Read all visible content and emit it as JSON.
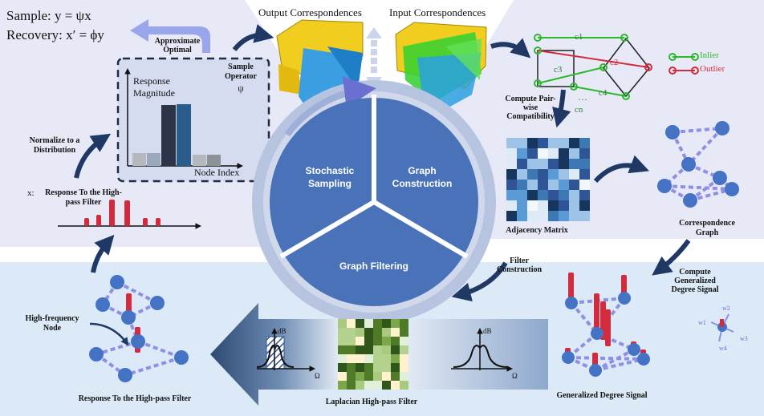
{
  "formulas": {
    "sample": "Sample: y = ψx",
    "recovery": "Recovery: x′ = ϕy"
  },
  "labels": {
    "output_corr": "Output Correspondences",
    "input_corr": "Input Correspondences",
    "approx_optimal": "Approximate Optimal",
    "response_magnitude": "Response Magnitude",
    "sample_operator": "Sample Operator",
    "psi": "ψ",
    "node_index": "Node Index",
    "normalize": "Normalize to a Distribution",
    "response_x_prefix": "x:",
    "response_filter": "Response To the High-pass Filter",
    "inlier": "Inlier",
    "outlier": "Outlier",
    "compute_pairwise": "Compute Pair-wise Compatibility",
    "adjacency_matrix": "Adjacency Matrix",
    "correspondence_graph": "Correspondence Graph",
    "filter_construction": "Filter Construction",
    "compute_degree": "Compute Generalized Degree Signal",
    "generalized_degree": "Generalized Degree Signal",
    "laplacian": "Laplacian High-pass Filter",
    "high_freq_node": "High-frequency Node",
    "response_bottom": "Response To the High-pass Filter",
    "db": "dB",
    "omega": "Ω",
    "c1": "c1",
    "c2": "c2",
    "c3": "c3",
    "c4": "c4",
    "cn": "cn",
    "dots": "…",
    "w1": "w1",
    "w2": "w2",
    "w3": "w3",
    "w4": "w4"
  },
  "cycle": {
    "stochastic": "Stochastic Sampling",
    "construction": "Graph Construction",
    "filtering": "Graph Filtering"
  },
  "colors": {
    "top_panel": "#e7e9f6",
    "bottom_panel": "#dce9f6",
    "wheel": "#4a72b8",
    "ring": "#b7c4e0",
    "node": "#4472c4",
    "edge": "#8f8fe6",
    "spike": "#d42a3d",
    "arrow_dark": "#1f3864",
    "inlier": "#2eb82e",
    "outlier": "#d42a3d"
  }
}
